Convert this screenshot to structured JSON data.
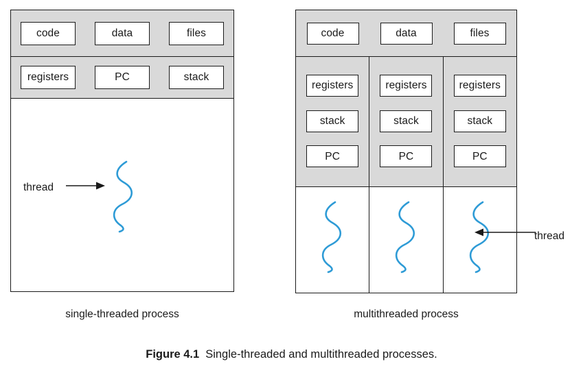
{
  "figure": {
    "number_label": "Figure 4.1",
    "caption": "Single-threaded and multithreaded processes.",
    "accent_thread_color": "#2e9bd6",
    "band_gray": "#d9d9d9",
    "line_color": "#1a1a1a"
  },
  "single_threaded": {
    "subcaption": "single-threaded process",
    "shared_row_top": [
      "code",
      "data",
      "files"
    ],
    "shared_row_bottom": [
      "registers",
      "PC",
      "stack"
    ],
    "thread_annotation": "thread",
    "thread_count": 1
  },
  "multithreaded": {
    "subcaption": "multithreaded process",
    "shared_row_top": [
      "code",
      "data",
      "files"
    ],
    "thread_columns": [
      {
        "cells": [
          "registers",
          "stack",
          "PC"
        ]
      },
      {
        "cells": [
          "registers",
          "stack",
          "PC"
        ]
      },
      {
        "cells": [
          "registers",
          "stack",
          "PC"
        ]
      }
    ],
    "thread_annotation": "thread",
    "thread_count": 3
  }
}
